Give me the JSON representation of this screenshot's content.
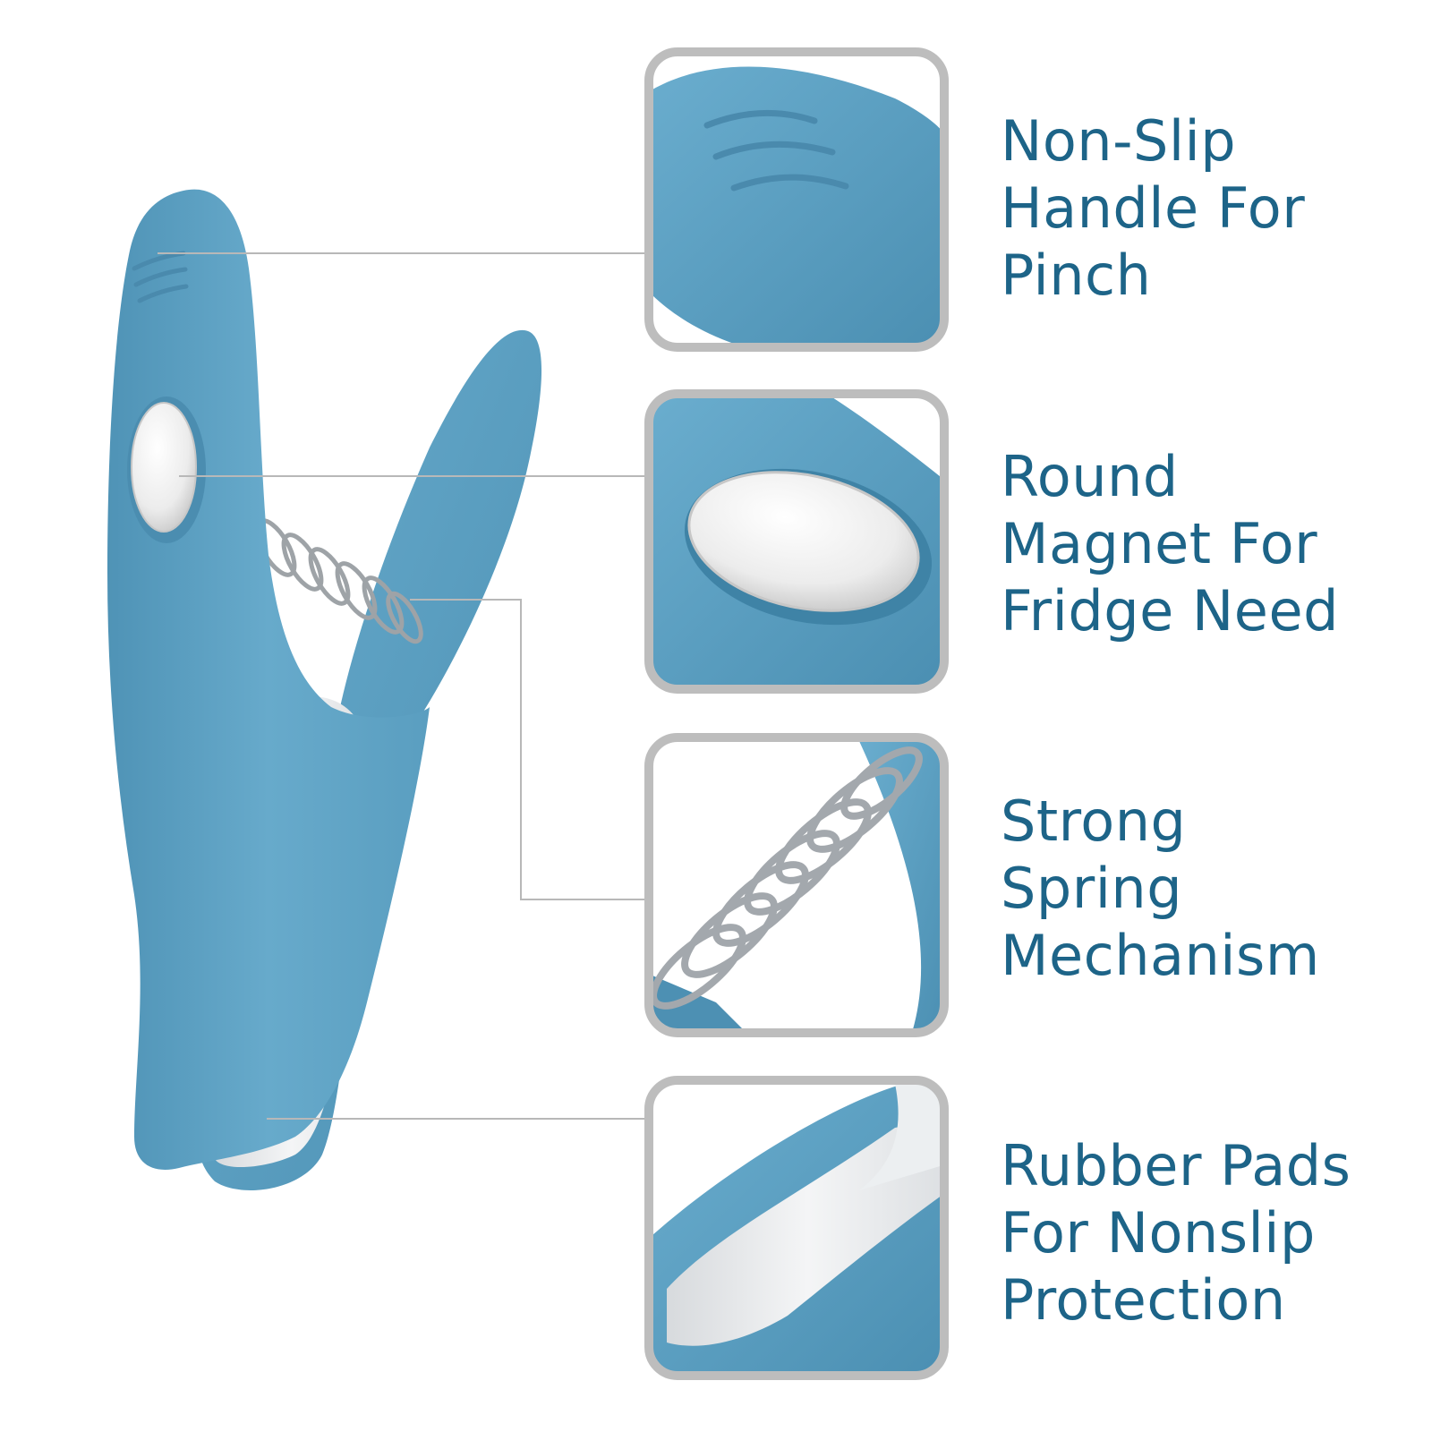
{
  "colors": {
    "clip_blue": "#5fa3c4",
    "clip_blue_dark": "#3f83a6",
    "text_blue": "#1d6488",
    "frame_gray": "#bdbdbd",
    "leader_gray": "#b8b8b8",
    "pad_white": "#eef0f2",
    "magnet_silver": "#e6e6e6"
  },
  "features": [
    {
      "lines": [
        "Non-Slip",
        "Handle For",
        "Pinch"
      ],
      "icon": "grip-ridges-closeup"
    },
    {
      "lines": [
        "Round",
        "Magnet For",
        "Fridge Need"
      ],
      "icon": "magnet-closeup"
    },
    {
      "lines": [
        "Strong",
        "Spring",
        "Mechanism"
      ],
      "icon": "spring-closeup"
    },
    {
      "lines": [
        "Rubber Pads",
        "For Nonslip",
        "Protection"
      ],
      "icon": "rubber-pad-closeup"
    }
  ]
}
